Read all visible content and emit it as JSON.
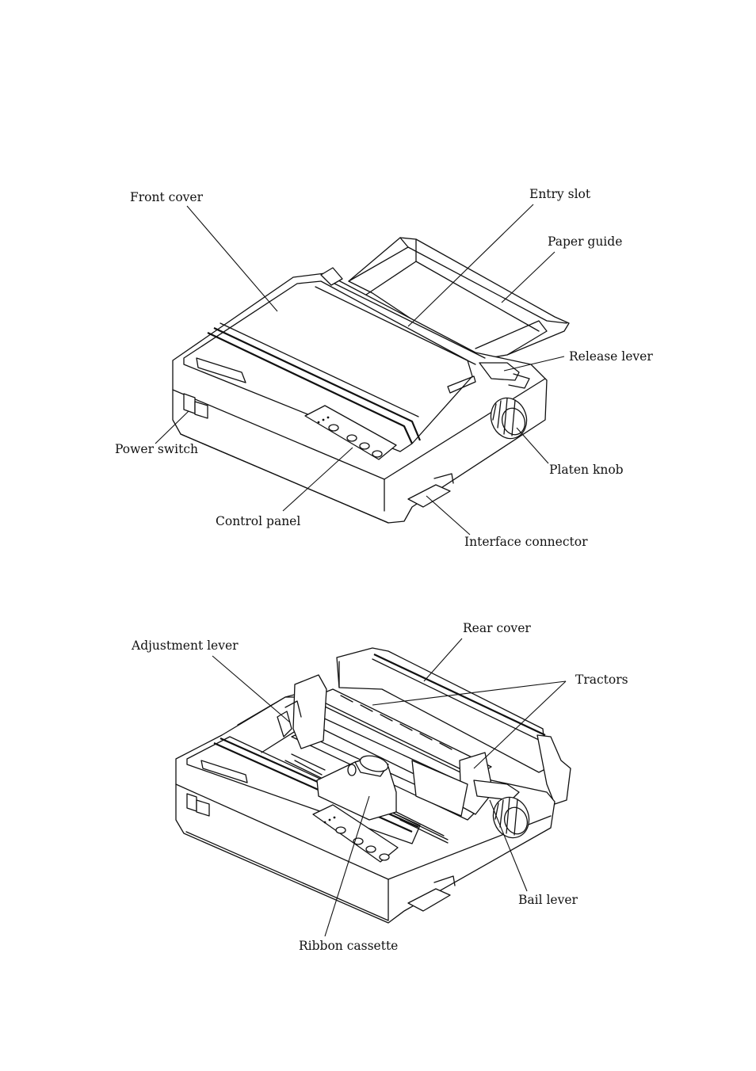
{
  "figure_top": {
    "labels": {
      "front_cover": "Front cover",
      "entry_slot": "Entry slot",
      "paper_guide": "Paper guide",
      "release_lever": "Release lever",
      "power_switch": "Power switch",
      "platen_knob": "Platen knob",
      "control_panel": "Control panel",
      "interface_connector": "Interface connector"
    }
  },
  "figure_bottom": {
    "labels": {
      "rear_cover": "Rear cover",
      "adjustment_lever": "Adjustment lever",
      "tractors": "Tractors",
      "bail_lever": "Bail lever",
      "ribbon_cassette": "Ribbon cassette"
    }
  }
}
